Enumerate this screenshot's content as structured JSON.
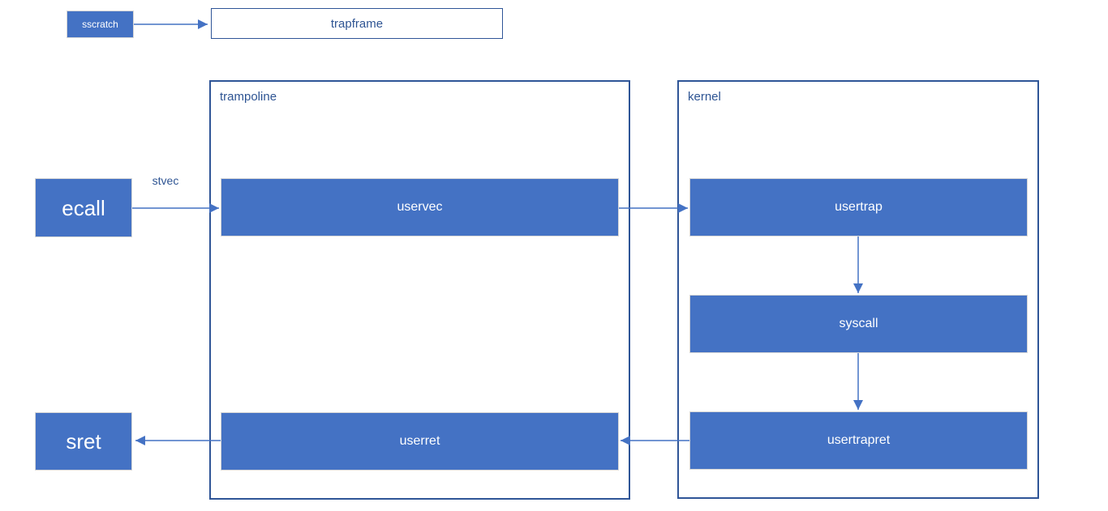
{
  "colors": {
    "box_fill": "#4472C4",
    "box_edge": "#d6d6d6",
    "container_border": "#2F5597",
    "label_text": "#2E5493",
    "arrow_color": "#4472C4",
    "node_text": "#ffffff",
    "background": "#ffffff"
  },
  "containers": {
    "trampoline": {
      "label": "trampoline"
    },
    "kernel": {
      "label": "kernel"
    }
  },
  "nodes": {
    "sscratch": {
      "label": "sscratch"
    },
    "trapframe": {
      "label": "trapframe"
    },
    "ecall": {
      "label": "ecall"
    },
    "sret": {
      "label": "sret"
    },
    "uservec": {
      "label": "uservec"
    },
    "userret": {
      "label": "userret"
    },
    "usertrap": {
      "label": "usertrap"
    },
    "syscall": {
      "label": "syscall"
    },
    "usertrapret": {
      "label": "usertrapret"
    }
  },
  "arrow_labels": {
    "stvec": "stvec"
  },
  "edges": [
    {
      "from": "sscratch",
      "to": "trapframe",
      "label": ""
    },
    {
      "from": "ecall",
      "to": "uservec",
      "label": "stvec"
    },
    {
      "from": "uservec",
      "to": "usertrap",
      "label": ""
    },
    {
      "from": "usertrap",
      "to": "syscall",
      "label": ""
    },
    {
      "from": "syscall",
      "to": "usertrapret",
      "label": ""
    },
    {
      "from": "usertrapret",
      "to": "userret",
      "label": ""
    },
    {
      "from": "userret",
      "to": "sret",
      "label": ""
    }
  ]
}
